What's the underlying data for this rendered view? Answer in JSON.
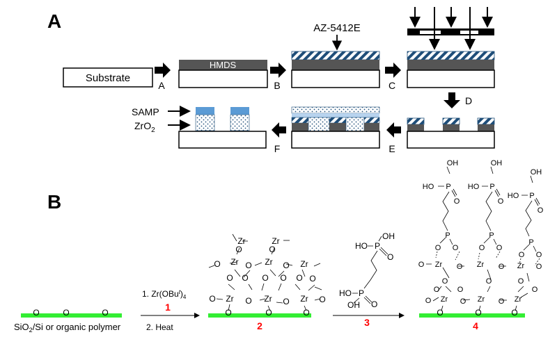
{
  "panel_a": {
    "label": "A",
    "substrate_label": "Substrate",
    "hmds_label": "HMDS",
    "resist_label": "AZ-5412E",
    "steps": [
      "A",
      "B",
      "C",
      "D",
      "E",
      "F"
    ],
    "samp_label": "SAMP",
    "zro2_label": "ZrO",
    "zro2_sub": "2"
  },
  "panel_b": {
    "label": "B",
    "base_label_pre": "SiO",
    "base_label_sub": "2",
    "base_label_post": "/Si or organic polymer",
    "reagent1_pre": "1. Zr(OBu",
    "reagent1_sup": "t",
    "reagent1_post": ")",
    "reagent1_sub": "4",
    "reagent2": "2. Heat",
    "compound_numbers": [
      "1",
      "2",
      "3",
      "4"
    ],
    "atoms": {
      "zr": "Zr",
      "o": "O",
      "p": "P",
      "oh": "OH",
      "ho": "HO"
    }
  },
  "colors": {
    "green_surface": "#33ee33",
    "samp_blue": "#5b9bd5",
    "hmds_gray": "#555555",
    "stripe_blue": "#1f4e79",
    "number_red": "#ff0000"
  }
}
